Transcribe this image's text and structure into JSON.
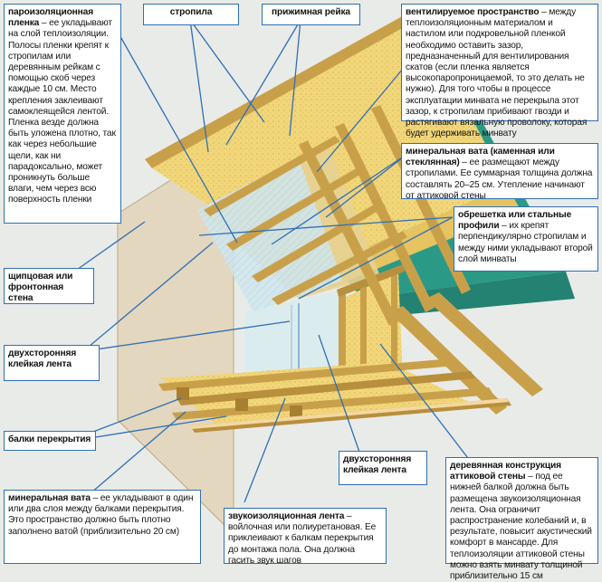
{
  "colors": {
    "background": "#e9ebe8",
    "membrane": "#2a9a86",
    "wool": "#f1d67a",
    "timber": "#c9a04a",
    "wall": "#e3d7bf",
    "leader": "#2f6fb5"
  },
  "labels": {
    "vapor_barrier": {
      "title": "пароизоляционная пленка",
      "text": " – ее укладывают на слой теплоизоляции. Полосы пленки крепят к стропилам или деревянным рейкам с помощью скоб через каждые 10 см. Место крепления заклеивают самоклеящейся лентой. Пленка везде должна быть уложена плотно, так как через небольшие щели, как ни парадоксально, может проникнуть больше влаги, чем через всю поверхность пленки"
    },
    "rafters": {
      "title": "стропила"
    },
    "counter_batten": {
      "title": "прижимная рейка"
    },
    "ventilated_space": {
      "title": "вентилируемое пространство",
      "text": " – между теплоизоляционным материалом и настилом или подкровельной пленкой необходимо оставить зазор, предназначенный для вентилирования скатов (если пленка является высокопаропроницаемой, то это делать не нужно). Для того чтобы в процессе эксплуатации минвата не перекрыла этот зазор, к стропилам прибивают гвозди и растягивают вязальную проволоку, которая будет удерживать минвату"
    },
    "mineral_wool_roof": {
      "title": "минеральная вата (каменная или стеклянная)",
      "text": " – ее размещают между стропилами. Ее суммарная толщина должна составлять 20–25 см. Утепление начинают от аттиковой стены"
    },
    "battens": {
      "title": "обрешетка или стальные профили",
      "text": " – их крепят перпендикулярно стропилам и между ними укладывают второй слой минваты"
    },
    "gable_wall": {
      "title": "щипцовая или фронтонная стена"
    },
    "double_tape_1": {
      "title": "двухсторонняя клейкая лента"
    },
    "floor_beams": {
      "title": "балки перекрытия"
    },
    "double_tape_2": {
      "title": "двухсторонняя клейкая лента"
    },
    "knee_wall": {
      "title": "деревянная конструкция аттиковой стены",
      "text": " – под ее нижней балкой должна быть размещена звукоизоляционная лента. Она ограничит распространение колебаний и, в результате, повысит акустический комфорт в мансарде. Для теплоизоляции аттиковой стены можно взять минвату толщиной приблизительно 15 см"
    },
    "mineral_wool_floor": {
      "title": "минеральная вата",
      "text": " – ее укладывают в один или два слоя между балками перекрытия. Это пространство должно быть плотно заполнено ватой (приблизительно 20 см)"
    },
    "sound_tape": {
      "title": "звукоизоляционная лента",
      "text": " – войлочная или полиуретановая. Ее приклеивают к балкам перекрытия до монтажа пола. Она должна гасить звук шагов"
    }
  }
}
